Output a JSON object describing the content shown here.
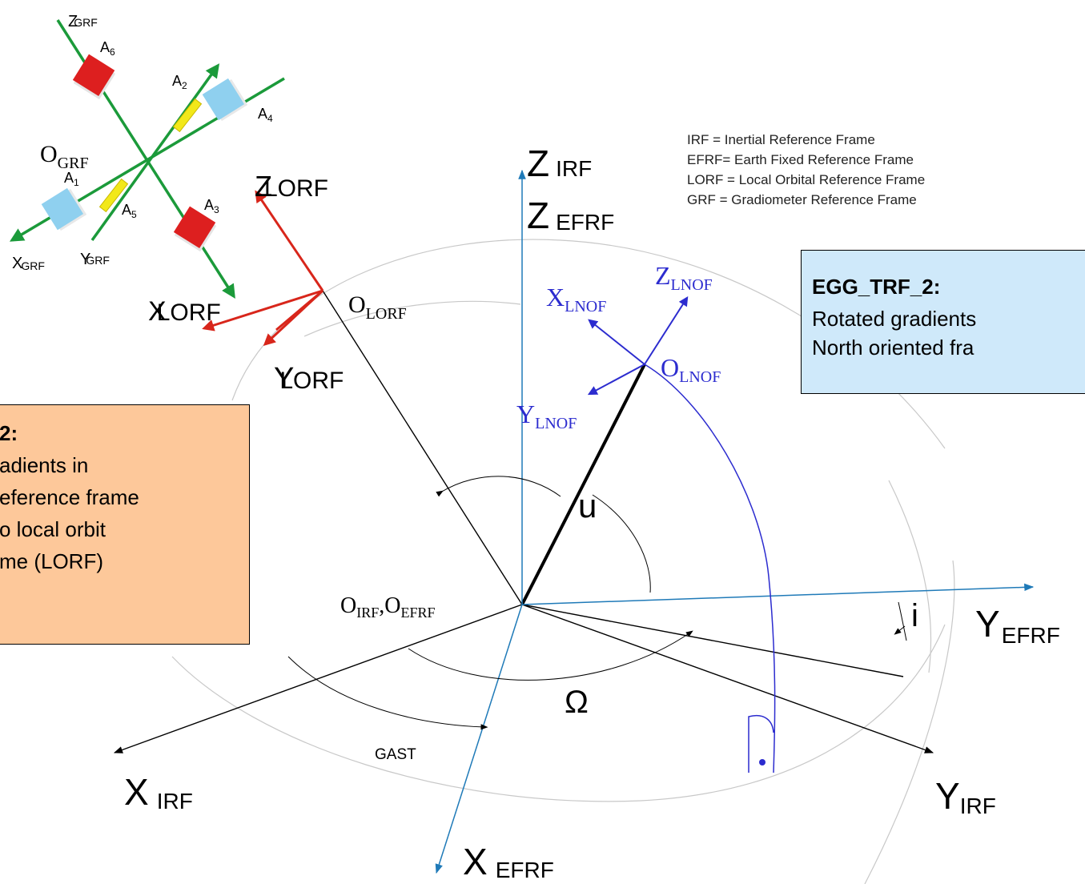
{
  "colors": {
    "black": "#000000",
    "blue_axis": "#1f7ab8",
    "lnof_blue": "#2c2ccf",
    "red_axis": "#d8261b",
    "green_axis": "#1b9a3a",
    "grey_arc": "#c8c8c8",
    "orange_box": "#fdc89a",
    "blue_box": "#cfe9fa",
    "yellow_sensor": "#f2e81a",
    "lightblue_sensor": "#8fd0ef"
  },
  "legend": [
    "IRF = Inertial Reference Frame",
    "EFRF= Earth Fixed Reference Frame",
    "LORF = Local Orbital Reference Frame",
    "GRF = Gradiometer Reference Frame"
  ],
  "left_box": {
    "title": "2:",
    "lines": [
      "adients in",
      "eference frame",
      "o local orbit",
      "me (LORF)"
    ]
  },
  "right_box": {
    "title": "EGG_TRF_2:",
    "lines": [
      "Rotated  gradients",
      "North oriented fra"
    ]
  },
  "labels": {
    "z_irf": {
      "main": "Z",
      "sub": "IRF"
    },
    "z_efrf": {
      "main": "Z",
      "sub": "EFRF"
    },
    "y_efrf": {
      "main": "Y",
      "sub": "EFRF"
    },
    "y_irf": {
      "main": "Y",
      "sub": "IRF"
    },
    "x_irf": {
      "main": "X",
      "sub": "IRF"
    },
    "x_efrf": {
      "main": "X",
      "sub": "EFRF"
    },
    "origin": {
      "o1": "O",
      "s1": "IRF",
      "sep": ",",
      "o2": "O",
      "s2": "EFRF"
    },
    "o_lorf": {
      "main": "O",
      "sub": "LORF"
    },
    "z_lorf": {
      "main": "Z",
      "sub": "LORF"
    },
    "x_lorf": {
      "main": "X",
      "sub": "LORF"
    },
    "y_lorf": {
      "main": "Y",
      "sub": "LORF"
    },
    "x_lnof": {
      "main": "X",
      "sub": "LNOF"
    },
    "z_lnof": {
      "main": "Z",
      "sub": "LNOF"
    },
    "o_lnof": {
      "main": "O",
      "sub": "LNOF"
    },
    "y_lnof": {
      "main": "Y",
      "sub": "LNOF"
    },
    "o_grf": {
      "main": "O",
      "sub": "GRF"
    },
    "z_grf": {
      "main": "Z",
      "sub": "GRF"
    },
    "x_grf": {
      "main": "X",
      "sub": "GRF"
    },
    "y_grf": {
      "main": "Y",
      "sub": "GRF"
    },
    "u": "u",
    "omega": "Ω",
    "gast": "GAST",
    "i": "i",
    "a6": {
      "main": "A",
      "sub": "6"
    },
    "a2": {
      "main": "A",
      "sub": "2"
    },
    "a4": {
      "main": "A",
      "sub": "4"
    },
    "a1": {
      "main": "A",
      "sub": "1"
    },
    "a5": {
      "main": "A",
      "sub": "5"
    },
    "a3": {
      "main": "A",
      "sub": "3"
    }
  }
}
